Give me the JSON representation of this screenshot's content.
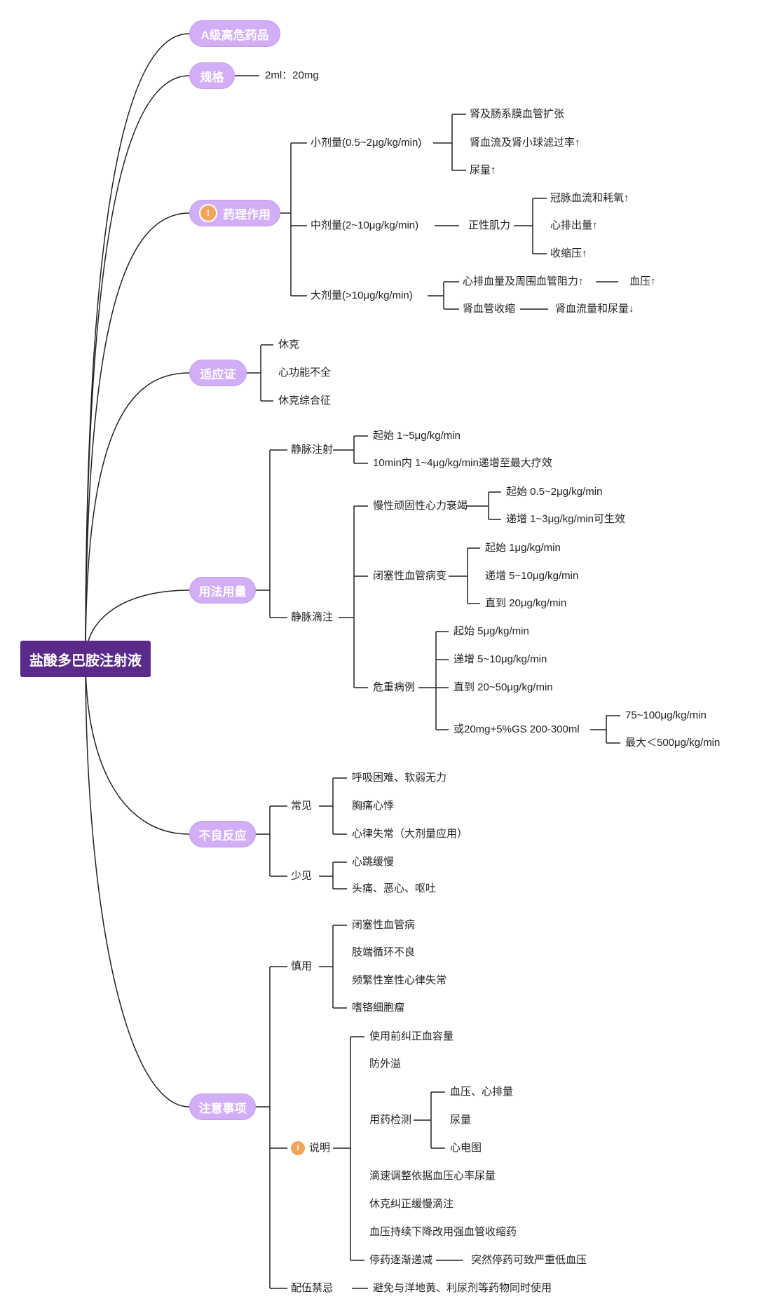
{
  "root": "盐酸多巴胺注射液",
  "branches": {
    "grade": "A级高危药品",
    "spec": "规格",
    "spec_value": "2ml：20mg",
    "pharm": "药理作用",
    "indication": "适应证",
    "usage": "用法用量",
    "adverse": "不良反应",
    "caution": "注意事项"
  },
  "pharm": {
    "low": "小剂量(0.5~2μg/kg/min)",
    "low_items": [
      "肾及肠系膜血管扩张",
      "肾血流及肾小球滤过率↑",
      "尿量↑"
    ],
    "mid": "中剂量(2~10μg/kg/min)",
    "mid_effect": "正性肌力",
    "mid_items": [
      "冠脉血流和耗氧↑",
      "心排出量↑",
      "收缩压↑"
    ],
    "high": "大剂量(>10μg/kg/min)",
    "high_a": "心排血量及周围血管阻力↑",
    "high_a_result": "血压↑",
    "high_b": "肾血管收缩",
    "high_b_result": "肾血流量和尿量↓"
  },
  "indication_items": [
    "休克",
    "心功能不全",
    "休克综合征"
  ],
  "usage": {
    "iv": "静脉注射",
    "iv_items": [
      "起始 1~5μg/kg/min",
      "10min内 1~4μg/kg/min递增至最大疗效"
    ],
    "drip": "静脉滴注",
    "chf": "慢性顽固性心力衰竭",
    "chf_items": [
      "起始 0.5~2μg/kg/min",
      "递增 1~3μg/kg/min可生效"
    ],
    "occl": "闭塞性血管病变",
    "occl_items": [
      "起始 1μg/kg/min",
      "递增 5~10μg/kg/min",
      "直到 20μg/kg/min"
    ],
    "crit": "危重病例",
    "crit_items": [
      "起始 5μg/kg/min",
      "递增 5~10μg/kg/min",
      "直到 20~50μg/kg/min"
    ],
    "crit_alt": "或20mg+5%GS 200-300ml",
    "crit_alt_items": [
      "75~100μg/kg/min",
      "最大＜500μg/kg/min"
    ]
  },
  "adverse": {
    "common": "常见",
    "common_items": [
      "呼吸困难、软弱无力",
      "胸痛心悸",
      "心律失常（大剂量应用）"
    ],
    "rare": "少见",
    "rare_items": [
      "心跳缓慢",
      "头痛、恶心、呕吐"
    ]
  },
  "caution": {
    "careful": "慎用",
    "careful_items": [
      "闭塞性血管病",
      "肢端循环不良",
      "频繁性室性心律失常",
      "嗜铬细胞瘤"
    ],
    "notes": "说明",
    "notes_items": [
      "使用前纠正血容量",
      "防外溢",
      "用药检测",
      "滴速调整依据血压心率尿量",
      "休克纠正缓慢滴注",
      "血压持续下降改用强血管收缩药",
      "停药逐渐递减"
    ],
    "monitor_items": [
      "血压、心排量",
      "尿量",
      "心电图"
    ],
    "stop_result": "突然停药可致严重低血压",
    "incompat": "配伍禁忌",
    "incompat_value": "避免与洋地黄、利尿剂等药物同时使用"
  },
  "colors": {
    "root": "#5a2a8a",
    "pill": "#d2aef6",
    "line": "#222222",
    "bulb": "#f3a45c"
  }
}
